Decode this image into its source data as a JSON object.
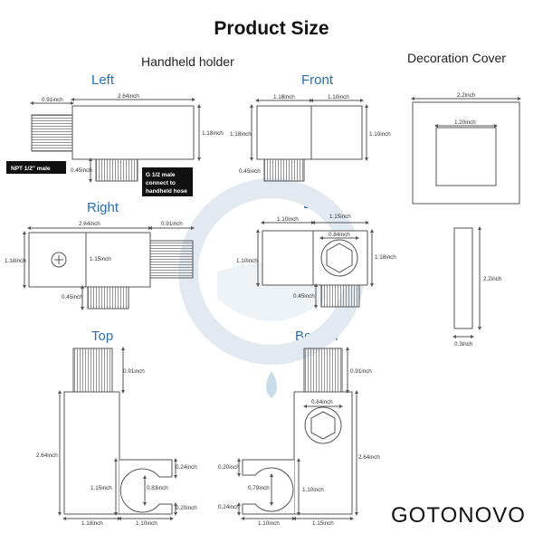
{
  "title": "Product Size",
  "sections": {
    "handheld_holder": "Handheld holder",
    "decoration_cover": "Decoration Cover"
  },
  "views": {
    "left": "Left",
    "front": "Front",
    "right": "Right",
    "back": "Back",
    "top": "Top",
    "bottom": "Bottom"
  },
  "callouts": {
    "npt": "NPT 1/2\" male",
    "g12_line1": "G 1/2 male",
    "g12_line2": "connect to",
    "g12_line3": "handheld hose"
  },
  "dims": {
    "left_a": "0.91inch",
    "left_b": "2.64inch",
    "left_c": "1.18inch",
    "left_d": "0.45inch",
    "front_a": "1.18inch",
    "front_b": "1.10inch",
    "front_c": "1.18inch",
    "front_d": "1.10inch",
    "front_e": "0.45inch",
    "cover_a": "2.2inch",
    "cover_b": "1.20inch",
    "cover_c": "2.2inch",
    "cover_d": "0.3inch",
    "right_a": "2.64inch",
    "right_b": "0.91inch",
    "right_c": "1.18inch",
    "right_d": "1.15inch",
    "right_e": "0.45inch",
    "back_a": "1.10inch",
    "back_b": "1.15inch",
    "back_c": "0.84inch",
    "back_d": "1.10inch",
    "back_e": "1.18inch",
    "back_f": "0.45inch",
    "top_a": "0.91inch",
    "top_b": "2.64inch",
    "top_c": "0.24inch",
    "top_d": "1.15inch",
    "top_e": "0.83inch",
    "top_f": "0.20inch",
    "top_g": "1.18inch",
    "top_h": "1.10inch",
    "bot_a": "0.91inch",
    "bot_b": "0.84inch",
    "bot_c": "2.64inch",
    "bot_d": "0.20inch",
    "bot_e": "0.79inch",
    "bot_f": "1.10inch",
    "bot_g": "0.24inch",
    "bot_h": "1.10inch",
    "bot_i": "1.15inch"
  },
  "brand": "GOTONOVO",
  "colors": {
    "view_title": "#2a6fb0",
    "line": "#555555",
    "thread": "#777777",
    "watermark": "#dfe7ee"
  }
}
